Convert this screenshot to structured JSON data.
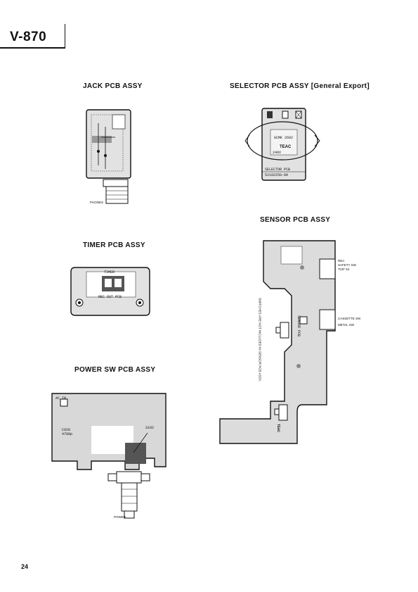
{
  "header": {
    "model": "V-870"
  },
  "sections": {
    "jack": {
      "title": "JACK PCB ASSY",
      "label_phones": "PHONES"
    },
    "selector": {
      "title": "SELECTOR PCB ASSY [General Export]",
      "board_code": "GCMK 2602",
      "brand": "TEAC",
      "voltage": "240V",
      "board_name": "SELECTOR PCB",
      "part_number": "5210225G-00"
    },
    "timer": {
      "title": "TIMER PCB ASSY",
      "board_name": "TIMER",
      "rec_out_label": "REC OUT PCB"
    },
    "power": {
      "title": "POWER SW PCB ASSY",
      "ac_in": "AC IN",
      "c_label": "C920",
      "c_value": "4700p",
      "s_label": "S102",
      "label_power": "POWER"
    },
    "sensor": {
      "title": "SENSOR PCB ASSY",
      "label_rec_safety": [
        "REC",
        "SAFETY SW",
        "70JF 54"
      ],
      "label_cassette": [
        "CASSETTE SW",
        "METAL SW"
      ],
      "note": "SWITCHES ARE NOT INCLUDED IN SENSOR PCB ASSY.",
      "board_name": "SENSOR PCB",
      "brand": "TEAC"
    }
  },
  "footer": {
    "page_number": "24"
  }
}
